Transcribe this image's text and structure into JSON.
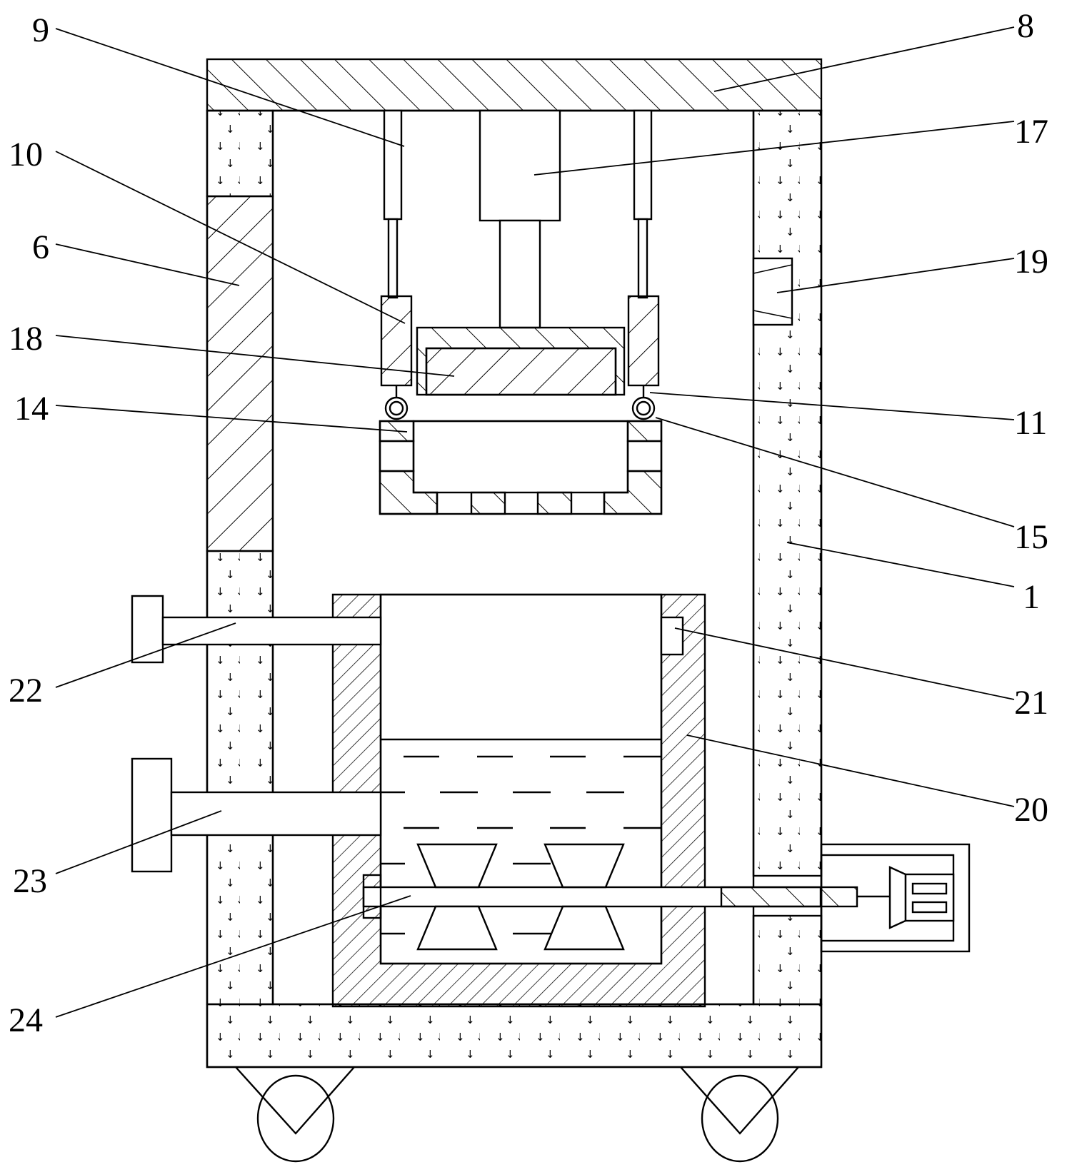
{
  "figure": {
    "title": "Patent drawing - cabinet apparatus with lifting press, liquid tank and stirring shaft",
    "stroke_color": "#000000",
    "background_color": "#ffffff",
    "fill_pattern_glyph": "↓"
  },
  "labels": [
    {
      "id": "9",
      "text": "9",
      "part": "telescopic-rod-left"
    },
    {
      "id": "8",
      "text": "8",
      "part": "top-plate"
    },
    {
      "id": "17",
      "text": "17",
      "part": "hydraulic-cylinder"
    },
    {
      "id": "10",
      "text": "10",
      "part": "clamp-block-left"
    },
    {
      "id": "6",
      "text": "6",
      "part": "side-wall-panel"
    },
    {
      "id": "19",
      "text": "19",
      "part": "vent-fan"
    },
    {
      "id": "18",
      "text": "18",
      "part": "pressing-plate"
    },
    {
      "id": "11",
      "text": "11",
      "part": "connecting-rod"
    },
    {
      "id": "14",
      "text": "14",
      "part": "support-block"
    },
    {
      "id": "15",
      "text": "15",
      "part": "hook-ring"
    },
    {
      "id": "1",
      "text": "1",
      "part": "cabinet-body"
    },
    {
      "id": "22",
      "text": "22",
      "part": "inlet-pipe"
    },
    {
      "id": "21",
      "text": "21",
      "part": "level-sensor"
    },
    {
      "id": "20",
      "text": "20",
      "part": "liquid-tank"
    },
    {
      "id": "23",
      "text": "23",
      "part": "outlet-pipe"
    },
    {
      "id": "24",
      "text": "24",
      "part": "stirring-shaft"
    }
  ]
}
